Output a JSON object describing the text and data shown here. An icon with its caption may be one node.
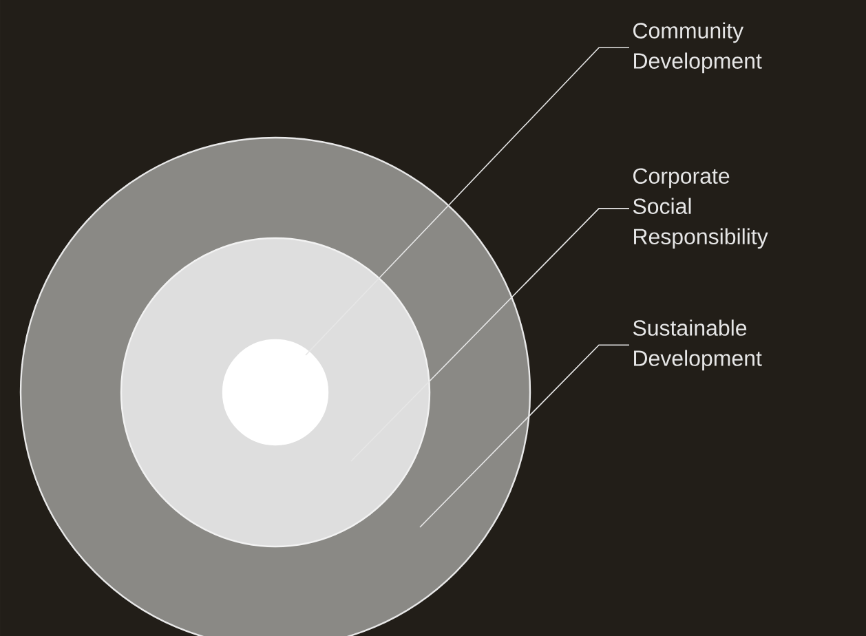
{
  "diagram": {
    "nodes": [
      {
        "text": [],
        "shape": "circle"
      },
      {
        "text": [],
        "shape": "circle",
        "in": 0
      },
      {
        "text": [],
        "shape": "circle",
        "in": 1
      },
      {
        "text": [
          "Community Development"
        ]
      },
      {
        "text": [
          "Corporate Social Responsibility"
        ]
      },
      {
        "text": [
          "Sustainable Development"
        ]
      }
    ],
    "edges": [
      {
        "from": 3,
        "to": 2,
        "arrow": "none"
      },
      {
        "from": 4,
        "to": 1,
        "arrow": "none"
      },
      {
        "from": 5,
        "to": 0,
        "arrow": "none"
      }
    ]
  }
}
